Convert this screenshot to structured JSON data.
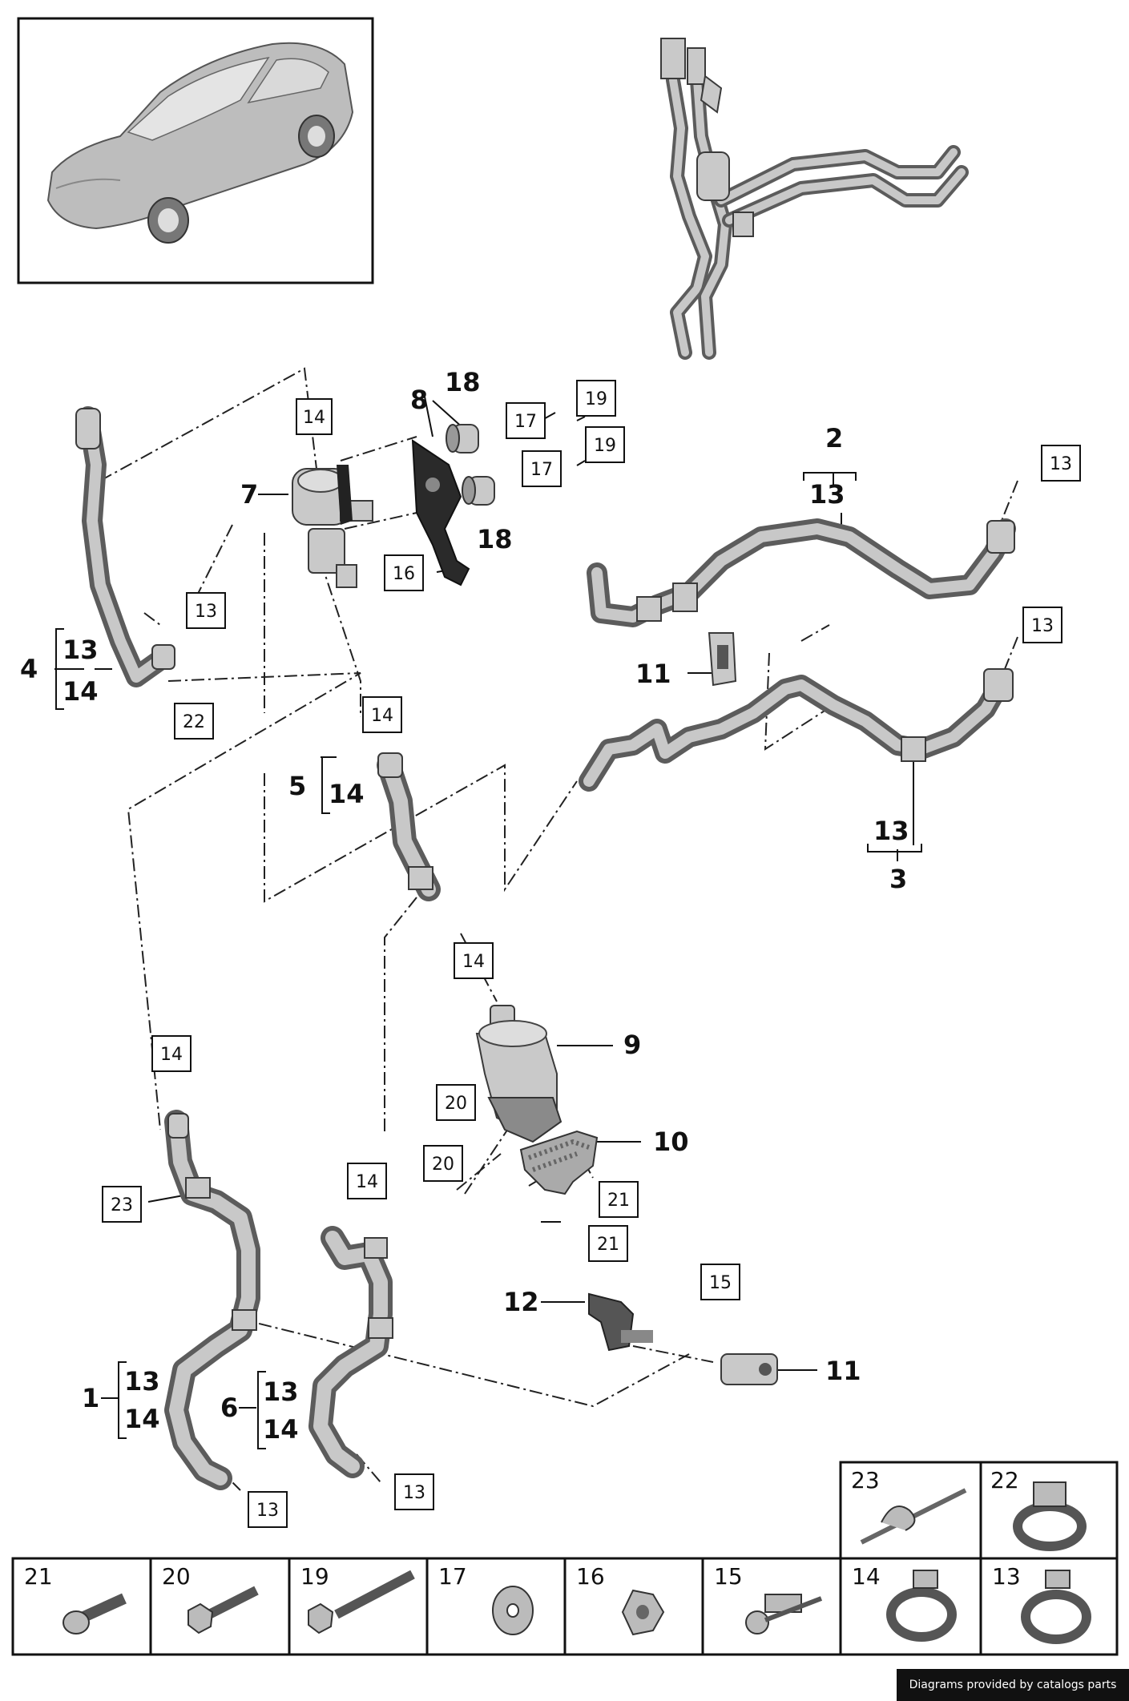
{
  "callouts": {
    "n1": "1",
    "n2": "2",
    "n3": "3",
    "n4": "4",
    "n5": "5",
    "n6": "6",
    "n7": "7",
    "n8": "8",
    "n9": "9",
    "n10": "10",
    "n11a": "11",
    "n11b": "11",
    "n12": "12",
    "n18a": "18",
    "n18b": "18",
    "b2": "13",
    "b3": "13",
    "b4a": "13",
    "b4b": "14",
    "b5": "14",
    "b1a": "13",
    "b1b": "14",
    "b6a": "13",
    "b6b": "14"
  },
  "tags": {
    "t14_top": "14",
    "t19a": "19",
    "t17a": "17",
    "t19b": "19",
    "t17b": "17",
    "t16": "16",
    "t13_r1": "13",
    "t13_left": "13",
    "t22": "22",
    "t13_r2": "13",
    "t14_mid": "14",
    "t14_pump": "14",
    "t14_left": "14",
    "t20a": "20",
    "t20b": "20",
    "t23": "23",
    "t14_lower": "14",
    "t21a": "21",
    "t21b": "21",
    "t15": "15",
    "t13_b1": "13",
    "t13_b2": "13"
  },
  "parts_table": {
    "top_row": [
      "23",
      "22"
    ],
    "bottom_row": [
      "21",
      "20",
      "19",
      "17",
      "16",
      "15",
      "14",
      "13"
    ]
  },
  "credit": "Diagrams provided by catalogs parts"
}
